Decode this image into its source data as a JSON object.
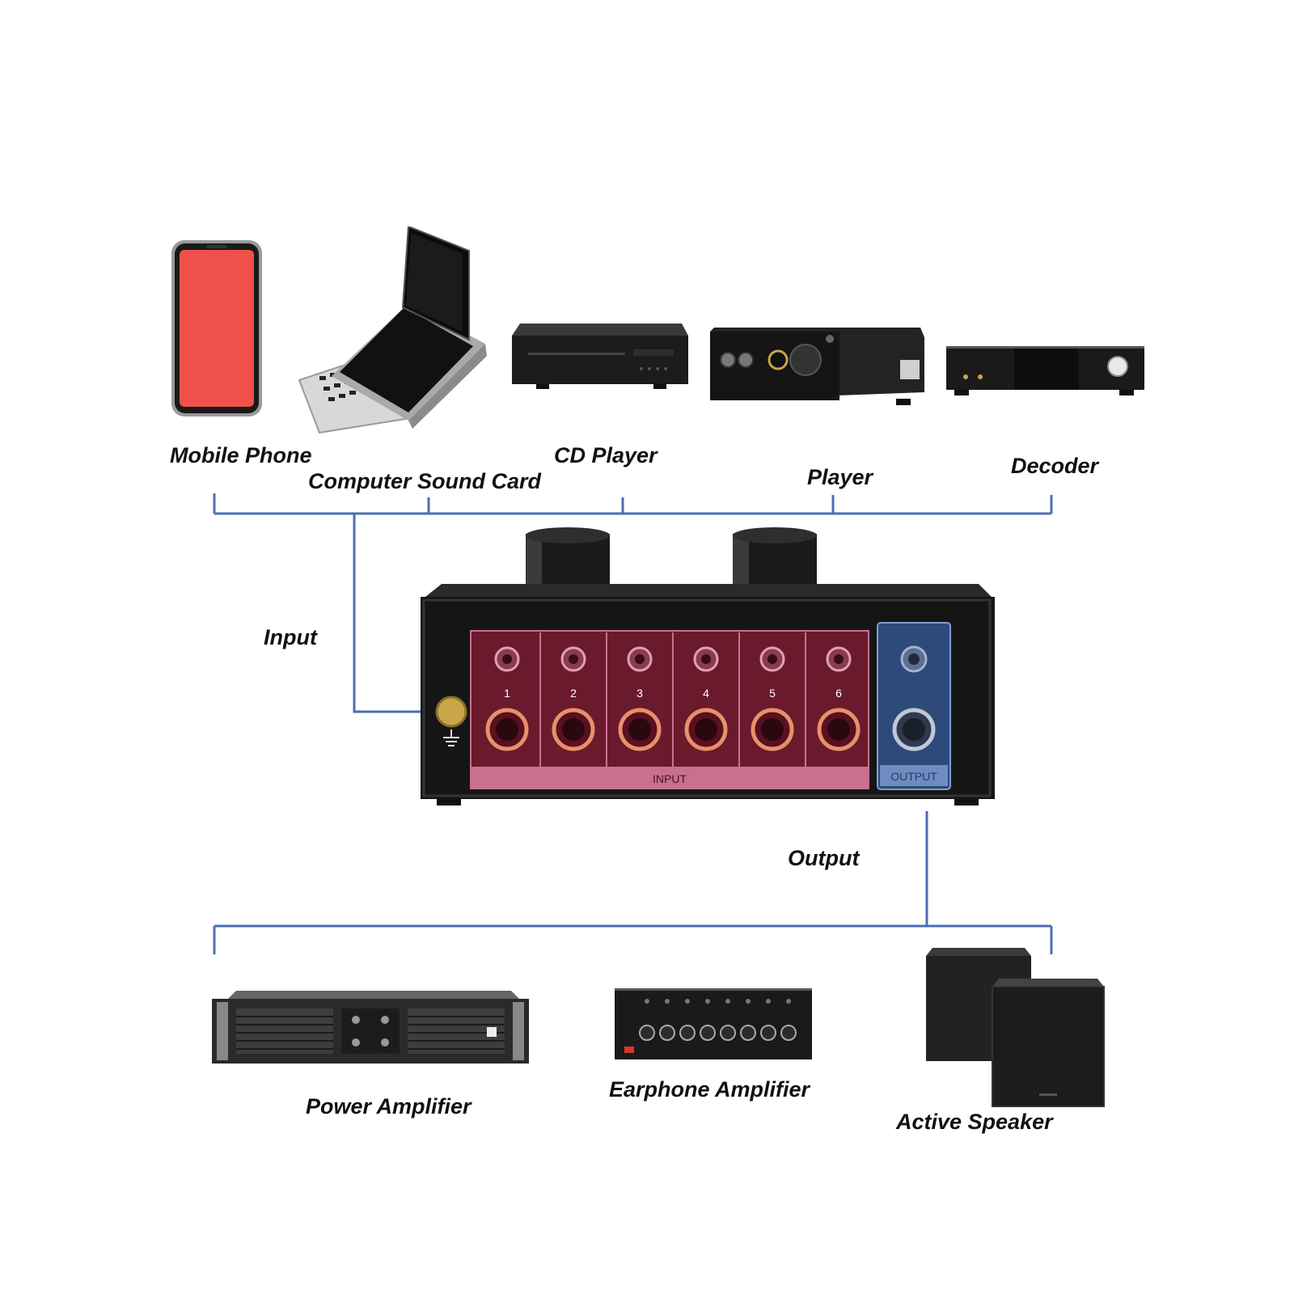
{
  "sources": [
    {
      "label": "Mobile Phone",
      "icon": "mobile-phone-icon"
    },
    {
      "label": "Computer Sound Card",
      "icon": "laptop-icon"
    },
    {
      "label": "CD Player",
      "icon": "cd-player-icon"
    },
    {
      "label": "Player",
      "icon": "audio-player-icon"
    },
    {
      "label": "Decoder",
      "icon": "decoder-icon"
    }
  ],
  "destinations": [
    {
      "label": "Power Amplifier",
      "icon": "power-amplifier-icon"
    },
    {
      "label": "Earphone Amplifier",
      "icon": "earphone-amplifier-icon"
    },
    {
      "label": "Active Speaker",
      "icon": "active-speaker-icon"
    }
  ],
  "connections": {
    "input_label": "Input",
    "output_label": "Output"
  },
  "device": {
    "jacks": [
      "1",
      "2",
      "3",
      "4",
      "5",
      "6"
    ],
    "input_panel_label": "INPUT",
    "output_panel_label": "OUTPUT"
  },
  "colors": {
    "connector_line": "#4a6fb5",
    "input_panel": "#6b1a2e",
    "input_panel_strip": "#c9708f",
    "output_panel": "#2e4a7a",
    "device_body": "#151515",
    "phone_screen": "#f0504a"
  }
}
